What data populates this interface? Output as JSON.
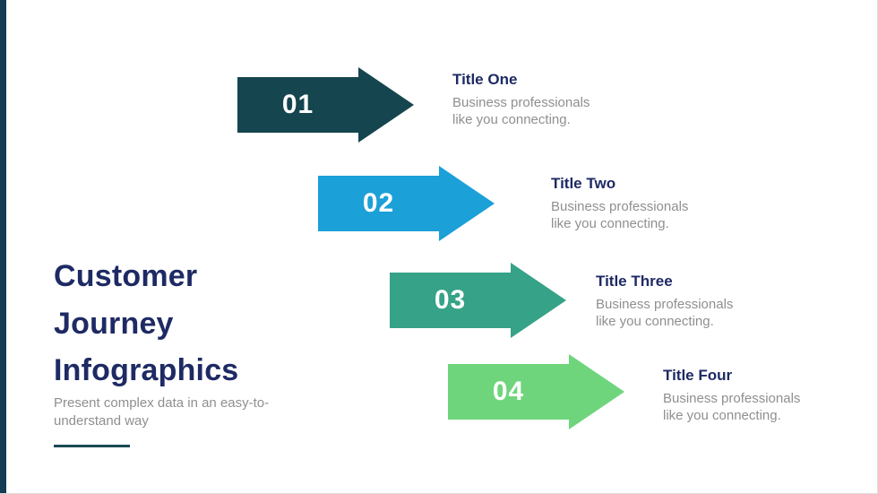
{
  "page": {
    "title_lines": [
      "Customer",
      "Journey",
      "Infographics"
    ],
    "subtitle": "Present complex data in an easy-to-understand way",
    "title_color": "#1e2a64",
    "accent_bar_color": "#143c52",
    "divider_color": "#1b4a54"
  },
  "steps": [
    {
      "number": "01",
      "color": "#15454f",
      "title": "Title One",
      "description": "Business professionals like you connecting."
    },
    {
      "number": "02",
      "color": "#1ba0d8",
      "title": "Title Two",
      "description": "Business professionals like you connecting."
    },
    {
      "number": "03",
      "color": "#36a287",
      "title": "Title Three",
      "description": "Business professionals like you connecting."
    },
    {
      "number": "04",
      "color": "#6fd57c",
      "title": "Title Four",
      "description": "Business professionals like you connecting."
    }
  ]
}
